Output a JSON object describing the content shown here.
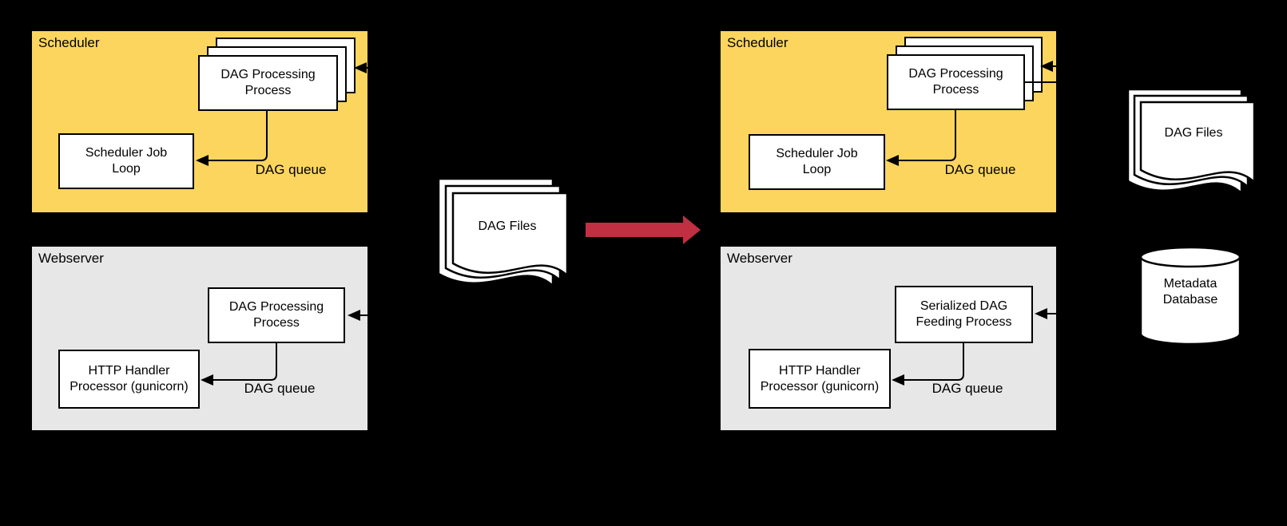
{
  "colors": {
    "background": "#000000",
    "scheduler_fill": "#FBD55E",
    "webserver_fill": "#E7E7E7",
    "shape_fill": "#FFFFFF",
    "stroke": "#000000",
    "transition_arrow": "#C03042"
  },
  "left_diagram": {
    "scheduler": {
      "title": "Scheduler",
      "dag_processing": "DAG Processing Process",
      "job_loop": "Scheduler Job Loop",
      "queue_label": "DAG queue"
    },
    "webserver": {
      "title": "Webserver",
      "dag_processing": "DAG Processing Process",
      "http_handler": "HTTP Handler Processor (gunicorn)",
      "queue_label": "DAG queue"
    }
  },
  "transition": {
    "dag_files": "DAG Files"
  },
  "right_diagram": {
    "scheduler": {
      "title": "Scheduler",
      "dag_processing": "DAG Processing Process",
      "job_loop": "Scheduler Job Loop",
      "queue_label": "DAG queue"
    },
    "webserver": {
      "title": "Webserver",
      "serialized_feeding": "Serialized DAG Feeding Process",
      "http_handler": "HTTP Handler Processor (gunicorn)",
      "queue_label": "DAG queue"
    },
    "dag_files": "DAG Files",
    "metadata_db": "Metadata Database"
  }
}
